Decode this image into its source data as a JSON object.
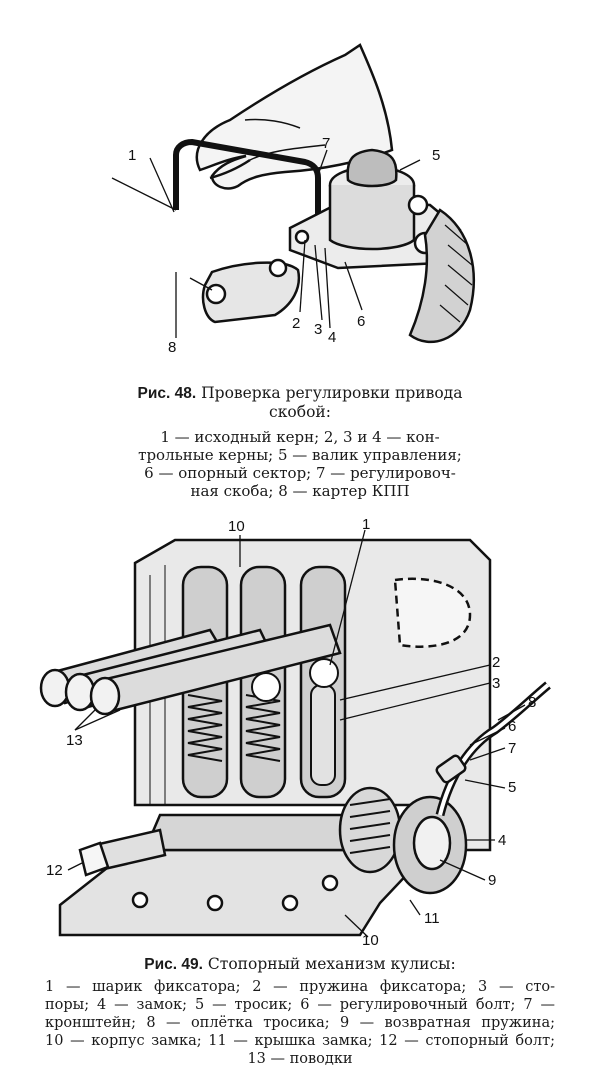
{
  "figure48": {
    "callouts": [
      "1",
      "7",
      "5",
      "2",
      "3",
      "4",
      "6",
      "8"
    ],
    "caption_number": "Рис. 48.",
    "caption_title_line1": "Проверка регулировки привода",
    "caption_title_line2": "скобой:",
    "legend_lines": [
      "1 — исходный керн; 2, 3 и 4 — кон-",
      "трольные керны; 5 — валик управления;",
      "6 — опорный сектор; 7 — регулировоч-",
      "ная скоба; 8 — картер КПП"
    ]
  },
  "figure49": {
    "callouts": [
      "10",
      "1",
      "2",
      "3",
      "8",
      "6",
      "7",
      "5",
      "13",
      "4",
      "9",
      "12",
      "11",
      "10"
    ],
    "caption_number": "Рис. 49.",
    "caption_title": "Стопорный механизм кулисы:",
    "legend_lines": [
      "1 — шарик фиксатора; 2 — пружина фиксатора; 3 — сто-",
      "поры; 4 — замок; 5 — тросик; 6 — регулировочный болт; 7 —",
      "кронштейн; 8 — оплётка тросика; 9 — возвратная пружина;",
      "10 — корпус замка; 11 — крышка замка; 12 — стопорный болт;",
      "13 — поводки"
    ]
  }
}
